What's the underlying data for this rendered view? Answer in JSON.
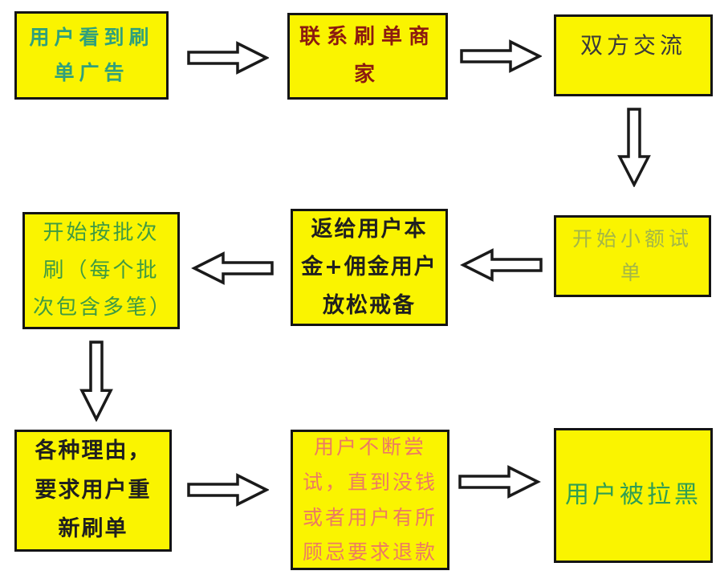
{
  "flow": {
    "background_color": "#ffffff",
    "box_fill_color": "#faf400",
    "box_border_color": "#141414",
    "arrow_fill_color": "#ffffff",
    "arrow_stroke_color": "#1a1a1a",
    "boxes": [
      {
        "id": "see-ad",
        "text": "用户看到刷单广告",
        "color": "#2fa07c"
      },
      {
        "id": "contact-merchant",
        "text": "联系刷单商家",
        "color": "#8b1a10"
      },
      {
        "id": "communicate",
        "text": "双方交流",
        "color": "#3a3a3a"
      },
      {
        "id": "small-trial",
        "text": "开始小额试单",
        "color": "#a3b648"
      },
      {
        "id": "return-principal",
        "text": "返给用户本金+佣金用户放松戒备",
        "color": "#1f1f1f"
      },
      {
        "id": "batch-orders",
        "text": "开始按批次刷（每个批次包含多笔）",
        "color": "#3f9b42"
      },
      {
        "id": "redo-orders",
        "text": "各种理由，要求用户重新刷单",
        "color": "#1f1f1f"
      },
      {
        "id": "keep-trying",
        "text": "用户不断尝试，直到没钱或者用户有所顾忌要求退款",
        "color": "#ec7a63"
      },
      {
        "id": "blacklisted",
        "text": "用户被拉黑",
        "color": "#2f9e53"
      }
    ],
    "arrows": [
      {
        "id": "arrow-1",
        "from": "see-ad",
        "to": "contact-merchant",
        "direction": "right"
      },
      {
        "id": "arrow-2",
        "from": "contact-merchant",
        "to": "communicate",
        "direction": "right"
      },
      {
        "id": "arrow-3",
        "from": "communicate",
        "to": "small-trial",
        "direction": "down"
      },
      {
        "id": "arrow-4",
        "from": "small-trial",
        "to": "return-principal",
        "direction": "left"
      },
      {
        "id": "arrow-5",
        "from": "return-principal",
        "to": "batch-orders",
        "direction": "left"
      },
      {
        "id": "arrow-6",
        "from": "batch-orders",
        "to": "redo-orders",
        "direction": "down"
      },
      {
        "id": "arrow-7",
        "from": "redo-orders",
        "to": "keep-trying",
        "direction": "right"
      },
      {
        "id": "arrow-8",
        "from": "keep-trying",
        "to": "blacklisted",
        "direction": "right"
      }
    ]
  }
}
